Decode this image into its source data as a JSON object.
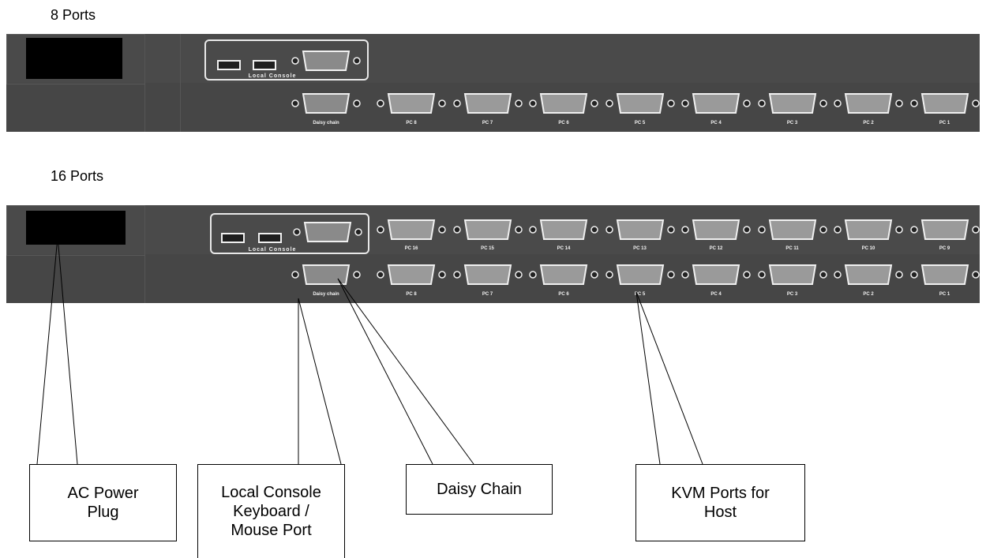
{
  "headings": {
    "eight": "8 Ports",
    "sixteen": "16 Ports"
  },
  "panel_8": {
    "console_label": "Local Console",
    "daisy_label": "Daisy chain",
    "port_labels": [
      "PC 8",
      "PC 7",
      "PC 6",
      "PC 5",
      "PC 4",
      "PC 3",
      "PC 2",
      "PC 1"
    ]
  },
  "panel_16": {
    "console_label": "Local Console",
    "daisy_label": "Daisy chain",
    "top_port_labels": [
      "PC 16",
      "PC 15",
      "PC 14",
      "PC 13",
      "PC 12",
      "PC 11",
      "PC 10",
      "PC 9"
    ],
    "bottom_port_labels": [
      "PC 8",
      "PC 7",
      "PC 6",
      "PC 5",
      "PC 4",
      "PC 3",
      "PC 2",
      "PC 1"
    ]
  },
  "callouts": {
    "ac_power": "AC Power\nPlug",
    "local_console": "Local Console\nKeyboard /\nMouse Port",
    "daisy_chain": "Daisy Chain",
    "kvm_ports": "KVM Ports for\nHost"
  },
  "colors": {
    "panel": "#4a4a4a",
    "port_border": "#f0f0f0",
    "text": "#000000"
  }
}
